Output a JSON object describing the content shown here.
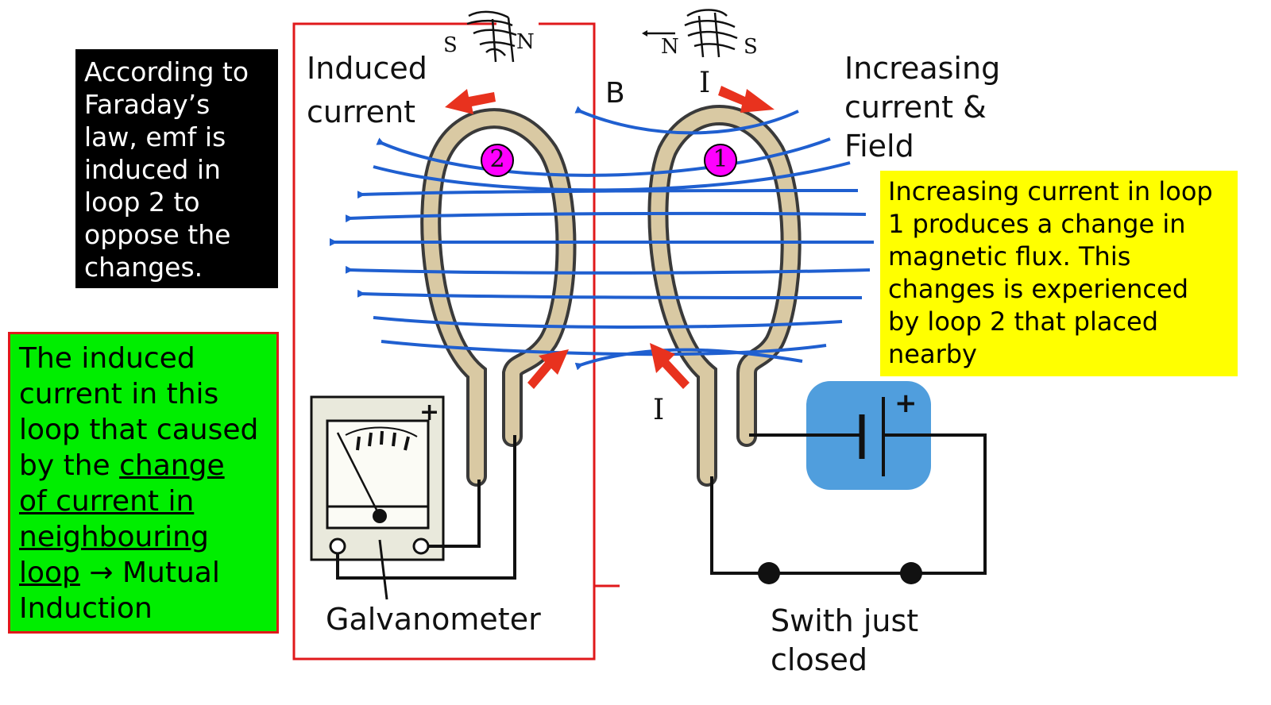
{
  "faraday_note": {
    "lines": [
      "According to",
      "Faraday’s",
      "law, emf is",
      "induced in",
      "loop 2 to",
      "oppose the",
      "changes."
    ]
  },
  "mutual_note": {
    "line1": "The induced",
    "line2": "current in this",
    "line3": "loop that caused",
    "line4_plain": "by the ",
    "line4_ul": "change",
    "line5_ul": "of current in",
    "line6_ul": "neighbouring",
    "line7_ul": "loop",
    "line7_rest": " → Mutual",
    "line8": "Induction"
  },
  "flux_note": {
    "lines": [
      "Increasing current in loop",
      "1 produces a change in",
      "magnetic flux. This",
      "changes is experienced",
      "by loop 2 that placed",
      "nearby"
    ]
  },
  "labels": {
    "induced_line1": "Induced",
    "induced_line2": "current",
    "increasing_line1": "Increasing",
    "increasing_line2": "current &",
    "increasing_line3": "Field",
    "galvanometer": "Galvanometer",
    "switch_line1": "Swith just",
    "switch_line2": "closed",
    "field_symbol": "B",
    "current_top": "I",
    "current_bottom": "I",
    "loop2_number": "2",
    "loop1_number": "1",
    "magnet_left_s": "S",
    "magnet_left_n": "N",
    "magnet_right_n": "N",
    "magnet_right_s": "S",
    "battery_plus": "+",
    "galv_plus": "+"
  },
  "colors": {
    "frame_red": "#e0191b",
    "field_blue": "#1f5fd0",
    "loop_tan": "#d9c9a3",
    "arrow_red": "#e8321e",
    "badge_magenta": "#ff00ff",
    "battery_blue": "#3d93d9",
    "yellow": "#ffff00",
    "green": "#00ee00"
  }
}
